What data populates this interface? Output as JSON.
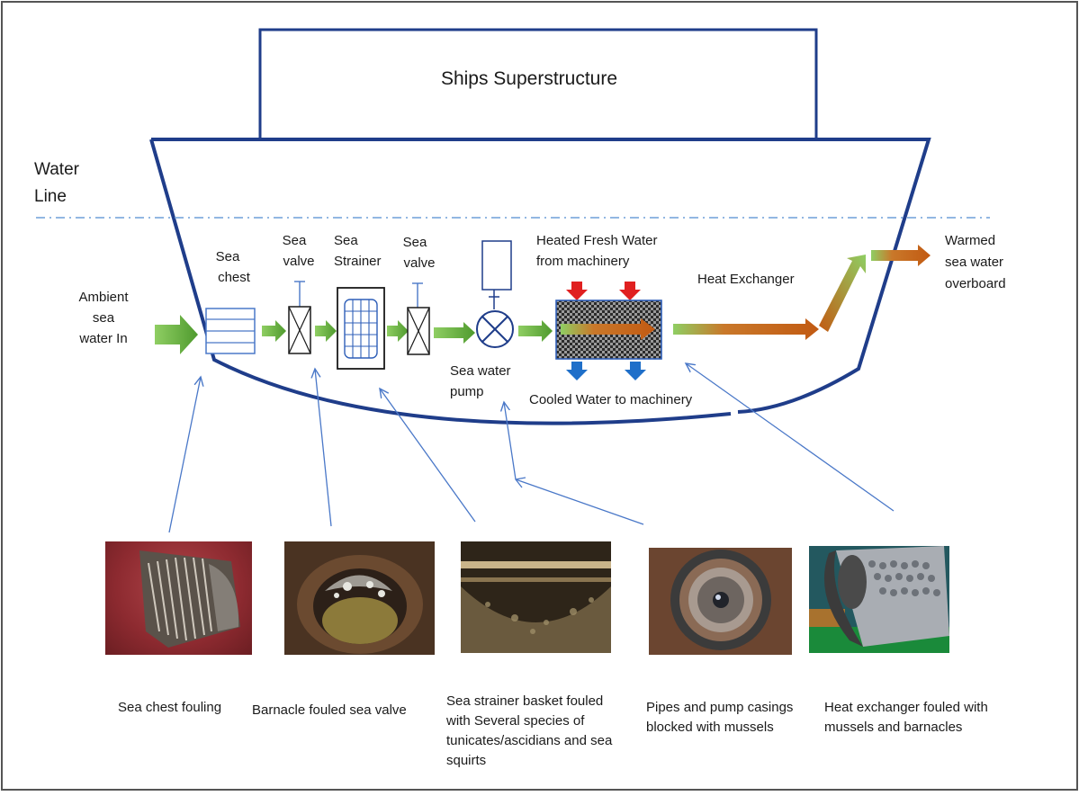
{
  "labels": {
    "superstructure": "Ships Superstructure",
    "water_line_1": "Water",
    "water_line_2": "Line",
    "ambient_1": "Ambient",
    "ambient_2": "sea",
    "ambient_3": "water In",
    "sea_chest_1": "Sea",
    "sea_chest_2": "chest",
    "sea_valve1_1": "Sea",
    "sea_valve1_2": "valve",
    "strainer_1": "Sea",
    "strainer_2": "Strainer",
    "sea_valve2_1": "Sea",
    "sea_valve2_2": "valve",
    "pump_1": "Sea water",
    "pump_2": "pump",
    "heated_1": "Heated Fresh Water",
    "heated_2": "from machinery",
    "cooled": "Cooled Water to machinery",
    "heat_exchanger": "Heat Exchanger",
    "warmed_1": "Warmed",
    "warmed_2": "sea water",
    "warmed_3": "overboard"
  },
  "captions": {
    "sea_chest": "Sea chest fouling",
    "valve": "Barnacle fouled sea valve",
    "strainer": "Sea strainer basket fouled\nwith Several species of\ntunicates/ascidians and sea\nsquirts",
    "pipes": "Pipes and pump casings\nblocked with mussels",
    "heat_exchanger": "Heat exchanger fouled with\nmussels and barnacles"
  },
  "colors": {
    "hull": "#1f3d8a",
    "water_line": "#6f9fd8",
    "sea_water_arrow": "#6ab04c",
    "warm_water_arrow": "#d2691e",
    "hot_arrow": "#e02020",
    "cold_arrow": "#1f6fc9",
    "pointer": "#4a78c8"
  }
}
